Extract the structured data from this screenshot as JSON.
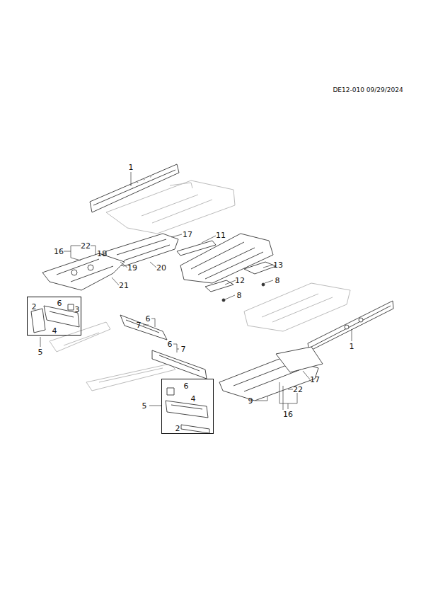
{
  "diagram": {
    "nodes": [
      {
        "text": [
          "6",
          "2",
          "3",
          "4"
        ]
      },
      {
        "text": [
          "6",
          "4",
          "2"
        ]
      }
    ],
    "labels": [
      "DE12-010 09/29/2024",
      "1",
      "17",
      "11",
      "22",
      "16",
      "18",
      "19",
      "20",
      "13",
      "8",
      "12",
      "21",
      "8",
      "6",
      "7",
      "5",
      "6",
      "7",
      "1",
      "17",
      "22",
      "9",
      "5",
      "16"
    ]
  }
}
